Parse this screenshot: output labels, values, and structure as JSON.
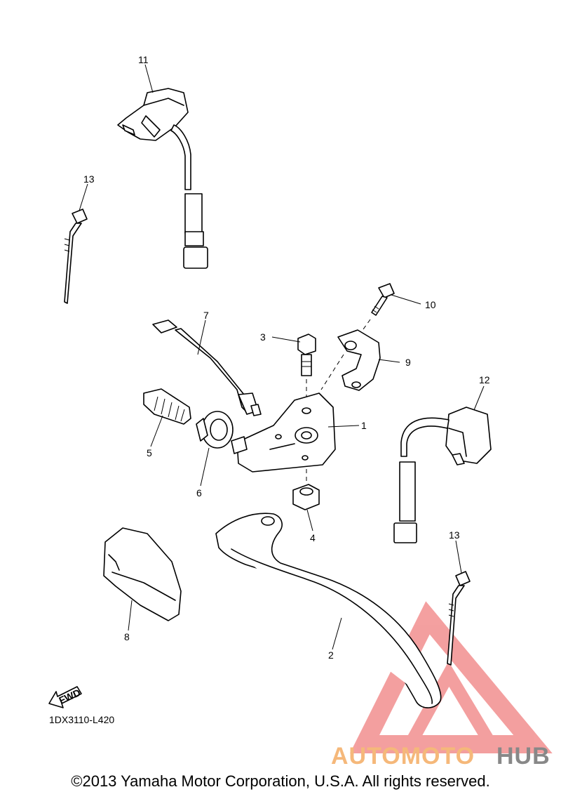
{
  "callouts": {
    "c1": "1",
    "c2": "2",
    "c3": "3",
    "c4": "4",
    "c5": "5",
    "c6": "6",
    "c7": "7",
    "c8": "8",
    "c9": "9",
    "c10": "10",
    "c11": "11",
    "c12": "12",
    "c13a": "13",
    "c13b": "13"
  },
  "fwd_label": "FWD",
  "diagram_code": "1DX3110-L420",
  "copyright": "©2013 Yamaha Motor Corporation, U.S.A. All rights reserved.",
  "watermark": {
    "part1": "AUTOMOTO",
    "part2": "HUB",
    "colors": {
      "triangle": "#f08080",
      "text_main": "#f5b87a",
      "text_hub": "#888888"
    }
  }
}
